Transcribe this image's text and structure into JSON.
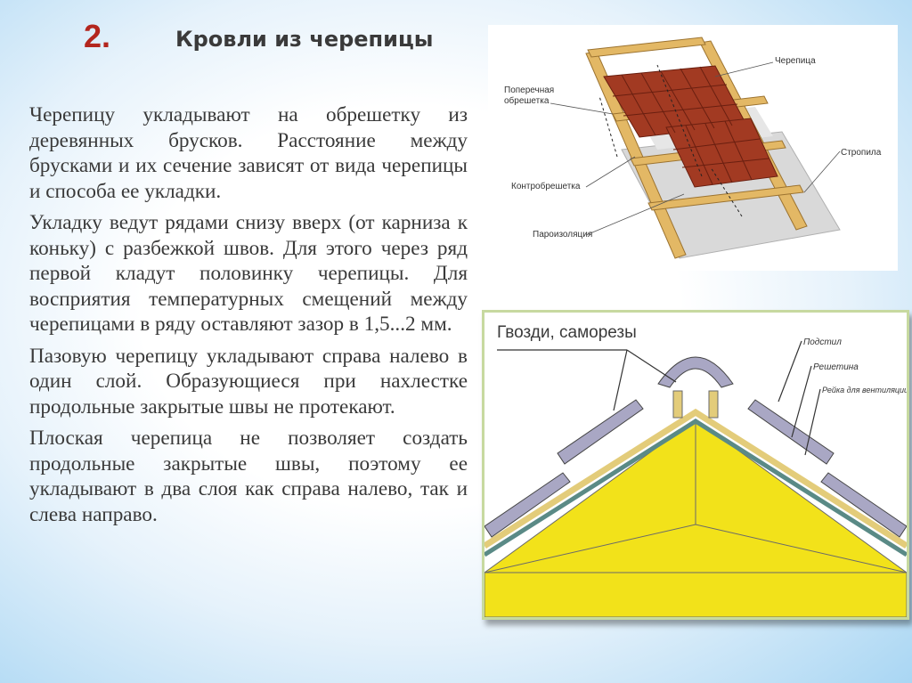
{
  "slide": {
    "number": "2.",
    "title": "Кровли из черепицы"
  },
  "paragraphs": [
    "Черепицу укладывают на обрешетку из деревянных брусков. Расстояние между брусками и их сечение зависят от вида черепицы и способа ее укладки.",
    "Укладку ведут рядами снизу вверх (от карниза к коньку) с разбежкой швов. Для этого через ряд первой кладут половинку черепицы. Для восприятия температурных смещений между черепицами в ряду оставляют зазор в 1,5...2 мм.",
    "Пазовую черепицу укладывают справа налево в один слой. Образующиеся при нахлестке продольные закрытые швы не протекают.",
    "Плоская черепица не позволяет создать продольные закрытые швы, поэтому ее укладывают в два слоя как справа налево, так и слева направо."
  ],
  "figure1": {
    "labels": {
      "tile": "Черепица",
      "cross_batten_1": "Поперечная",
      "cross_batten_2": "обрешетка",
      "rafters": "Стропила",
      "counter_batten": "Контробрешетка",
      "vapor_barrier": "Пароизоляция"
    }
  },
  "figure2": {
    "labels": {
      "nails": "Гвозди, саморезы",
      "underlay": "Подстил",
      "lathing": "Решетина",
      "vent_rail": "Рейка для вентиляции"
    }
  },
  "colors": {
    "number": "#b3261e",
    "text": "#3a3a3a",
    "tile": "#a23a22",
    "wood": "#e3b865",
    "insulation": "#f2e21a",
    "ridge": "#a9a7c4"
  }
}
